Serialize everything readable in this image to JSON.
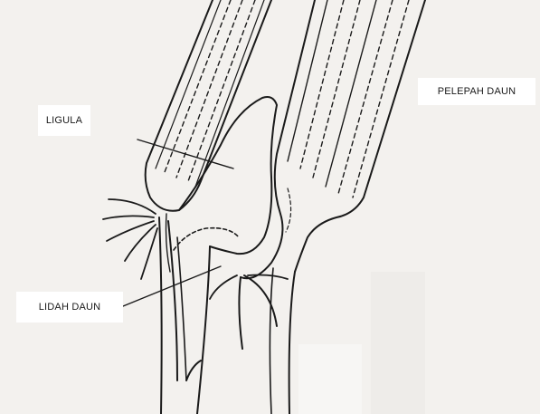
{
  "labels": {
    "ligula": "LIGULA",
    "pelepah_daun": "PELEPAH DAUN",
    "lidah_daun": "LIDAH DAUN"
  },
  "colors": {
    "ink": "#1a1a1a",
    "background": "#f3f1ee",
    "label_background": "#ffffff"
  }
}
